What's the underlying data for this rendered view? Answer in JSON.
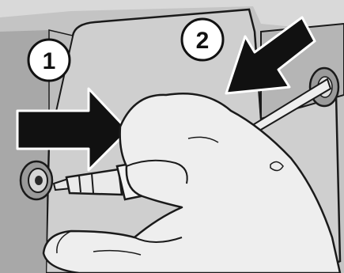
{
  "figure": {
    "callouts": [
      {
        "id": "callout-1",
        "label": "1"
      },
      {
        "id": "callout-2",
        "label": "2"
      }
    ],
    "colors": {
      "panel": "#c9c9c9",
      "panel_dark": "#8f8f8f",
      "outline": "#1a1a1a",
      "skin": "#eeeeee",
      "arrow": "#111111",
      "background": "#ffffff"
    },
    "icons": [
      "arrow-right-icon",
      "arrow-diagonal-icon",
      "jack-socket-icon",
      "headphone-plug-icon",
      "hand-illustration"
    ]
  }
}
